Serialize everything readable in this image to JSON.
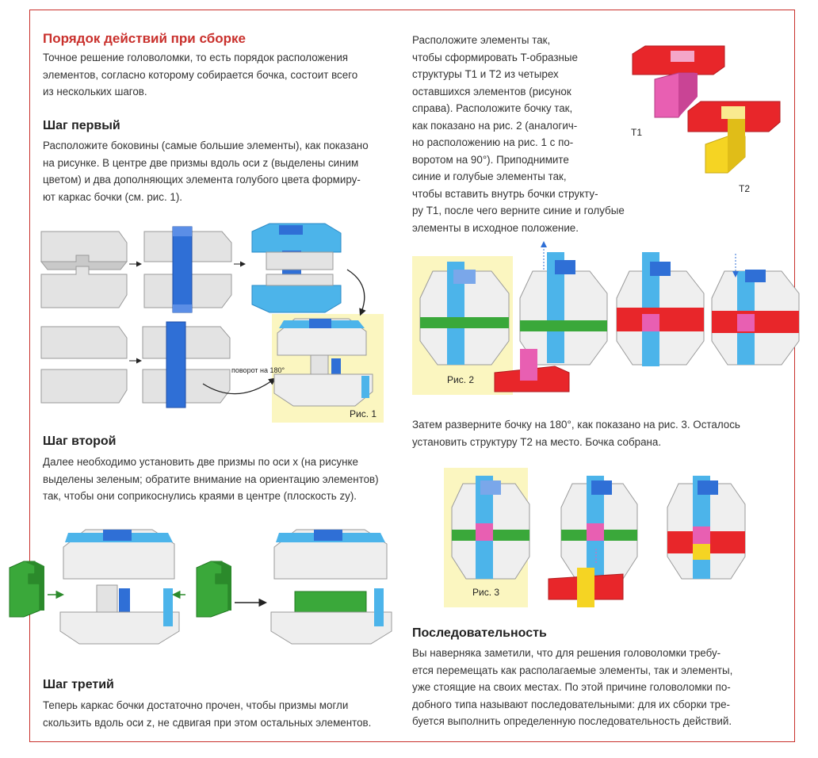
{
  "title": "Порядок действий при сборке",
  "intro": [
    "Точное решение головоломки, то есть порядок расположения",
    "элементов, согласно которому собирается бочка, состоит всего",
    "из нескольких шагов."
  ],
  "step1": {
    "heading": "Шаг первый",
    "lines": [
      "Расположите боковины (самые большие элементы), как показано",
      "на рисунке. В центре две призмы вдоль оси z (выделены синим",
      "цветом) и два дополняющих элемента голубого цвета формиру-",
      "ют каркас бочки (см. рис. 1)."
    ],
    "rotate_label": "поворот на 180°",
    "fig_label": "Рис. 1"
  },
  "step2": {
    "heading": "Шаг второй",
    "lines": [
      "Далее необходимо установить две призмы по оси x (на рисунке",
      "выделены зеленым; обратите внимание на ориентацию элементов)",
      "так, чтобы они соприкоснулись краями в центре (плоскость zy)."
    ]
  },
  "step3": {
    "heading": "Шаг третий",
    "lines": [
      "Теперь каркас бочки достаточно прочен, чтобы призмы могли",
      "скользить вдоль оси z, не сдвигая при этом остальных элементов."
    ]
  },
  "right_top": {
    "lines": [
      "Расположите элементы так,",
      "чтобы сформировать T-образные",
      "структуры T1 и T2 из четырех",
      "оставшихся элементов (рисунок",
      "справа). Расположите бочку так,",
      "как показано на рис. 2 (аналогич-",
      "но расположению на рис. 1 с по-",
      "воротом на 90°). Приподнимите",
      "синие и голубые элементы так,",
      "чтобы вставить внутрь бочки структу-",
      "ру T1, после чего верните синие и голубые",
      "элементы в исходное положение."
    ],
    "t1_label": "T1",
    "t2_label": "T2",
    "fig2_label": "Рис. 2"
  },
  "right_mid": {
    "lines": [
      "Затем разверните бочку на 180°, как показано на рис. 3. Осталось",
      "установить структуру T2 на место. Бочка собрана."
    ],
    "fig3_label": "Рис. 3"
  },
  "sequence": {
    "heading": "Последовательность",
    "lines": [
      "Вы наверняка заметили, что для решения головоломки требу-",
      "ется перемещать как располагаемые элементы, так и элементы,",
      "уже стоящие на своих местах. По этой причине головоломки по-",
      "добного типа называют последовательными: для их сборки тре-",
      "буется выполнить определенную последовательность действий."
    ]
  },
  "colors": {
    "accent": "#c9302c",
    "blue": "#2f6fd6",
    "light_blue": "#4cb4ea",
    "green": "#3aa83a",
    "red": "#e8262a",
    "pink": "#e85fb2",
    "yellow": "#f5d423",
    "highlight": "#fbf6c0"
  }
}
